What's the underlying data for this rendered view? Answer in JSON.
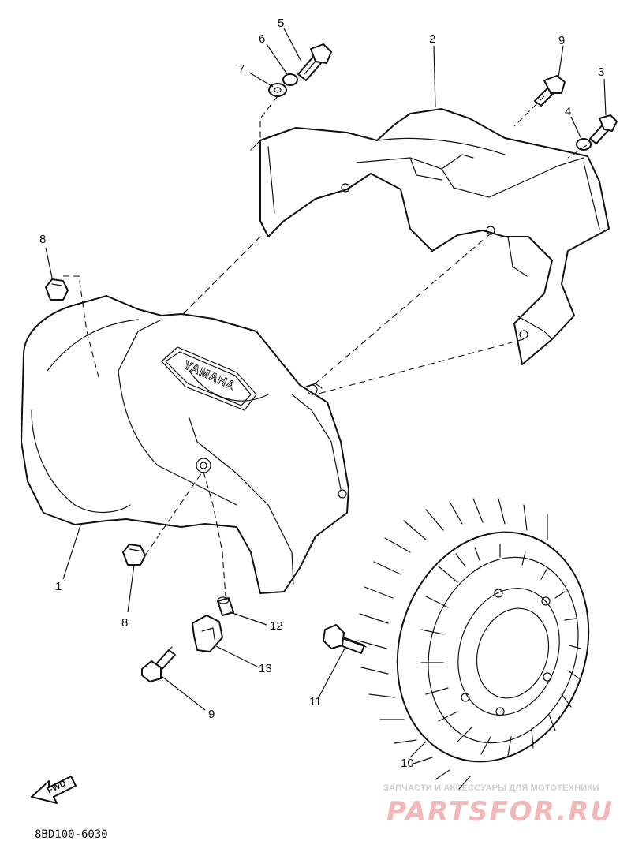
{
  "callouts": [
    {
      "id": "c1",
      "label": "1"
    },
    {
      "id": "c2",
      "label": "2"
    },
    {
      "id": "c3",
      "label": "3"
    },
    {
      "id": "c4",
      "label": "4"
    },
    {
      "id": "c5",
      "label": "5"
    },
    {
      "id": "c6",
      "label": "6"
    },
    {
      "id": "c7",
      "label": "7"
    },
    {
      "id": "c8a",
      "label": "8"
    },
    {
      "id": "c8b",
      "label": "8"
    },
    {
      "id": "c9a",
      "label": "9"
    },
    {
      "id": "c9b",
      "label": "9"
    },
    {
      "id": "c10",
      "label": "10"
    },
    {
      "id": "c11",
      "label": "11"
    },
    {
      "id": "c12",
      "label": "12"
    },
    {
      "id": "c13",
      "label": "13"
    }
  ],
  "embossed_brand": "YAMAHA",
  "direction_arrow": "FWD",
  "diagram_code": "8BD100-6030",
  "watermark": {
    "tagline": "ЗАПЧАСТИ И АКСЕССУАРЫ ДЛЯ МОТОТЕХНИКИ",
    "logo": "PARTSFOR.RU"
  }
}
